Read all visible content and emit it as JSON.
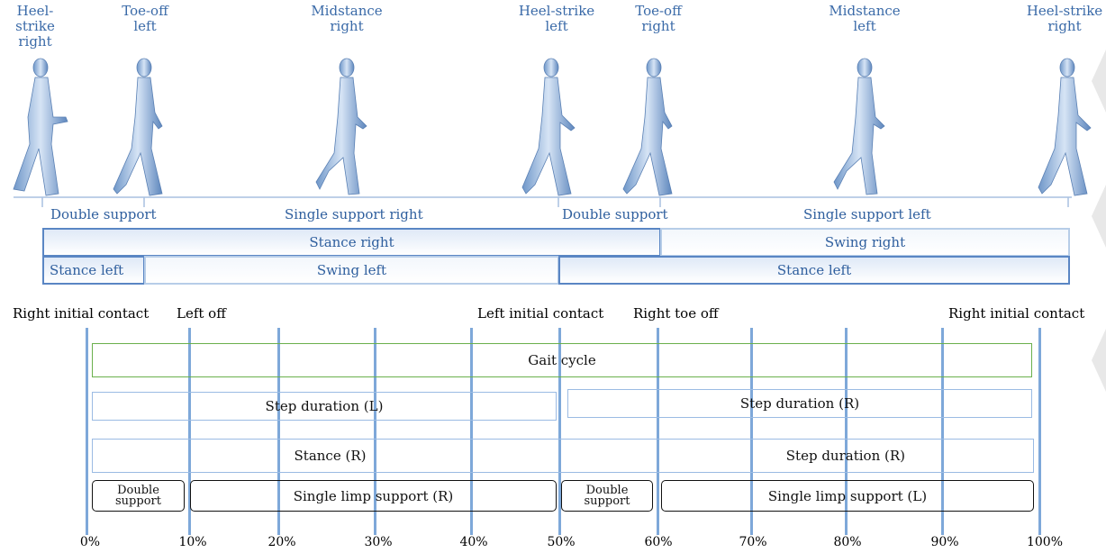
{
  "events_top": [
    {
      "id": "e1",
      "text": "Heel-strike\nright"
    },
    {
      "id": "e2",
      "text": "Toe-off\nleft"
    },
    {
      "id": "e3",
      "text": "Midstance\nright"
    },
    {
      "id": "e4",
      "text": "Heel-strike\nleft"
    },
    {
      "id": "e5",
      "text": "Toe-off\nright"
    },
    {
      "id": "e6",
      "text": "Midstance\nleft"
    },
    {
      "id": "e7",
      "text": "Heel-strike\nright"
    }
  ],
  "support_phases": [
    "Double support",
    "Single support right",
    "Double support",
    "Single support left"
  ],
  "bars": {
    "stance_right": "Stance right",
    "swing_right": "Swing right",
    "stance_left_1": "Stance left",
    "swing_left": "Swing left",
    "stance_left_2": "Stance left"
  },
  "events_bottom": [
    "Right initial contact",
    "Left off",
    "Left initial contact",
    "Right toe off",
    "Right initial contact"
  ],
  "rows": {
    "gait_cycle": "Gait cycle",
    "step_l": "Step duration (L)",
    "step_r_1": "Step duration (R)",
    "stance_r": "Stance (R)",
    "step_r_2": "Step duration (R)",
    "double_support_1": "Double\nsupport",
    "single_limp_r": "Single limp support (R)",
    "double_support_2": "Double\nsupport",
    "single_limp_l": "Single limp support (L)"
  },
  "percent_ticks": [
    "0%",
    "10%",
    "20%",
    "30%",
    "40%",
    "50%",
    "60%",
    "70%",
    "80%",
    "90%",
    "100%"
  ]
}
